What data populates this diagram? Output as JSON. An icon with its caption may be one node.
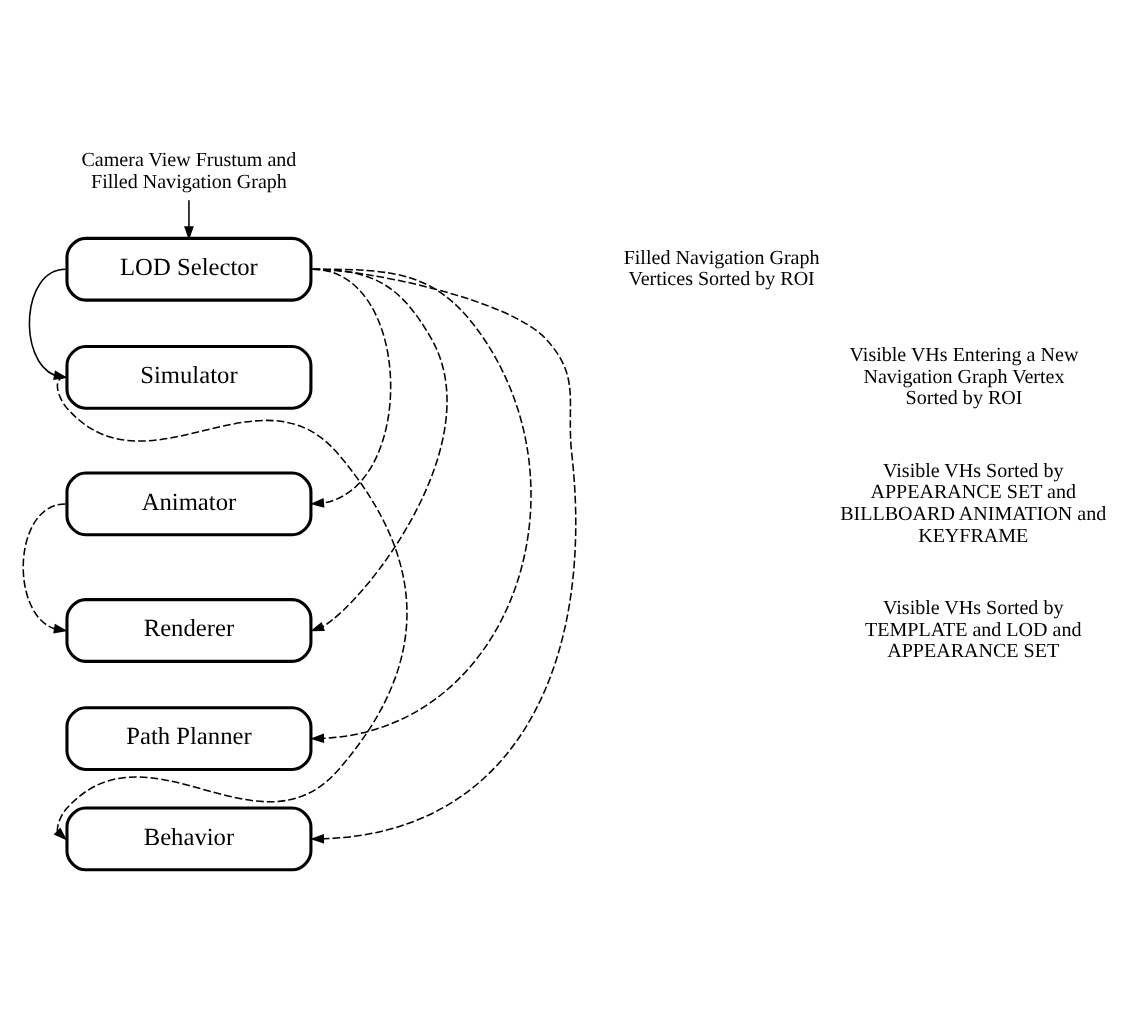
{
  "diagram": {
    "nodes": [
      {
        "text": [
          "Camera View Frustum and Filled Navigation Graph"
        ]
      },
      {
        "text": [
          "LOD Selector"
        ]
      },
      {
        "text": [
          "Simulator"
        ]
      },
      {
        "text": [
          "Animator"
        ]
      },
      {
        "text": [
          "Renderer"
        ]
      },
      {
        "text": [
          "Path Planner"
        ]
      },
      {
        "text": [
          "Behavior"
        ]
      }
    ],
    "edges": [
      {
        "from": 0,
        "to": 1,
        "arrow": "to"
      },
      {
        "from": 1,
        "to": 2,
        "arrow": "to"
      },
      {
        "from": 1,
        "to": 3,
        "arrow": "to",
        "style": "dashed"
      },
      {
        "from": 1,
        "to": 4,
        "arrow": "to",
        "style": "dashed"
      },
      {
        "from": 1,
        "to": 5,
        "arrow": "to",
        "style": "dashed"
      },
      {
        "from": 1,
        "to": 6,
        "arrow": "to",
        "style": "dashed"
      },
      {
        "from": 2,
        "to": 6,
        "arrow": "to",
        "style": "dashed"
      },
      {
        "from": 3,
        "to": 4,
        "arrow": "to",
        "style": "dashed"
      }
    ],
    "legend": [
      {
        "text": "Filled Navigation Graph Vertices Sorted by ROI"
      },
      {
        "text": "Visible VHs Entering a New Navigation Graph Vertex Sorted by ROI"
      },
      {
        "text": "Visible VHs Sorted by APPEARANCE SET and BILLBOARD ANIMATION and KEYFRAME"
      },
      {
        "text": "Visible VHs Sorted by TEMPLATE and LOD and APPEARANCE SET"
      }
    ]
  }
}
